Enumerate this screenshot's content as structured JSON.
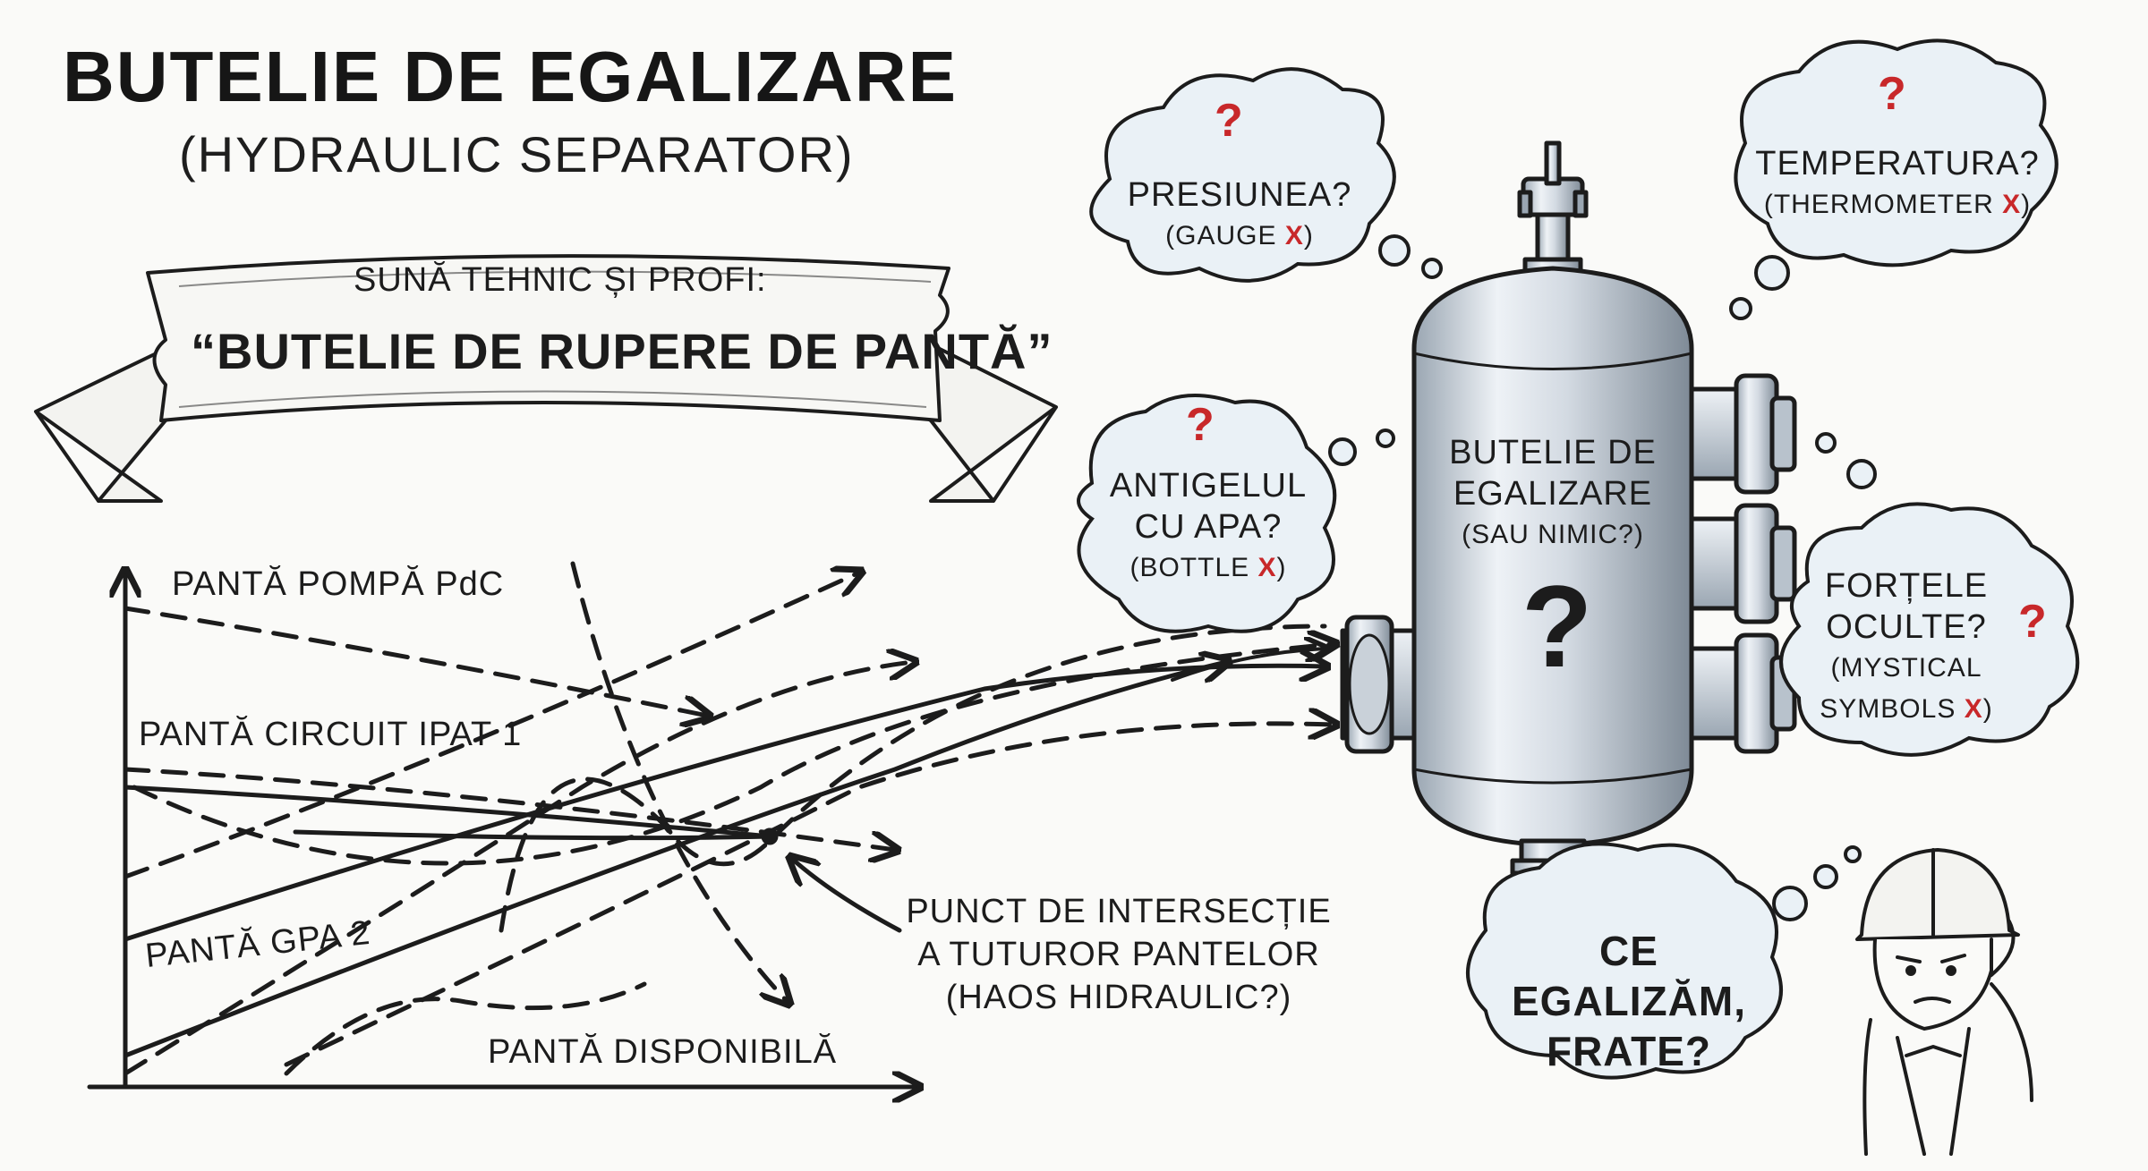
{
  "title": "BUTELIE DE EGALIZARE",
  "subtitle": "(HYDRAULIC SEPARATOR)",
  "banner": {
    "top_line": "SUNĂ TEHNIC ȘI PROFI:",
    "main_line": "“BUTELIE DE RUPERE DE PANTĂ”"
  },
  "graph": {
    "labels": {
      "pump": "PANTĂ POMPĂ PdC",
      "circuit": "PANTĂ CIRCUIT IPAT 1",
      "gpa": "PANTĂ GPA 2",
      "available": "PANTĂ DISPONIBILĂ"
    },
    "intersection_note": [
      "PUNCT DE INTERSECȚIE",
      "A TUTUROR PANTELOR",
      "(HAOS HIDRAULIC?)"
    ]
  },
  "separator": {
    "label_lines": [
      "BUTELIE DE",
      "EGALIZARE",
      "(SAU NIMIC?)"
    ],
    "question_mark": "?"
  },
  "clouds": {
    "pressure": {
      "question": "PRESIUNEA?",
      "note": "(GAUGE",
      "mark": "?",
      "cross": "X",
      "close": ")"
    },
    "temperature": {
      "question": "TEMPERATURA?",
      "note": "(THERMOMETER",
      "mark": "?",
      "cross": "X",
      "close": ")"
    },
    "antifreeze": {
      "question_lines": [
        "ANTIGELUL",
        "CU APA?"
      ],
      "note": "(BOTTLE",
      "mark": "?",
      "cross": "X",
      "close": ")"
    },
    "forces": {
      "question_lines": [
        "FORȚELE",
        "OCULTE?"
      ],
      "note_lines": [
        "(MYSTICAL",
        "SYMBOLS"
      ],
      "mark": "?",
      "cross": "X",
      "close": ")"
    },
    "worker": {
      "lines": [
        "CE",
        "EGALIZĂM,",
        "FRATE?"
      ]
    }
  },
  "colors": {
    "ink": "#1c1c1c",
    "accent_red": "#c8282a",
    "cloud_fill": "#eaf1f6",
    "steel_light": "#eef2f6",
    "steel_dark": "#8e9aa6"
  }
}
